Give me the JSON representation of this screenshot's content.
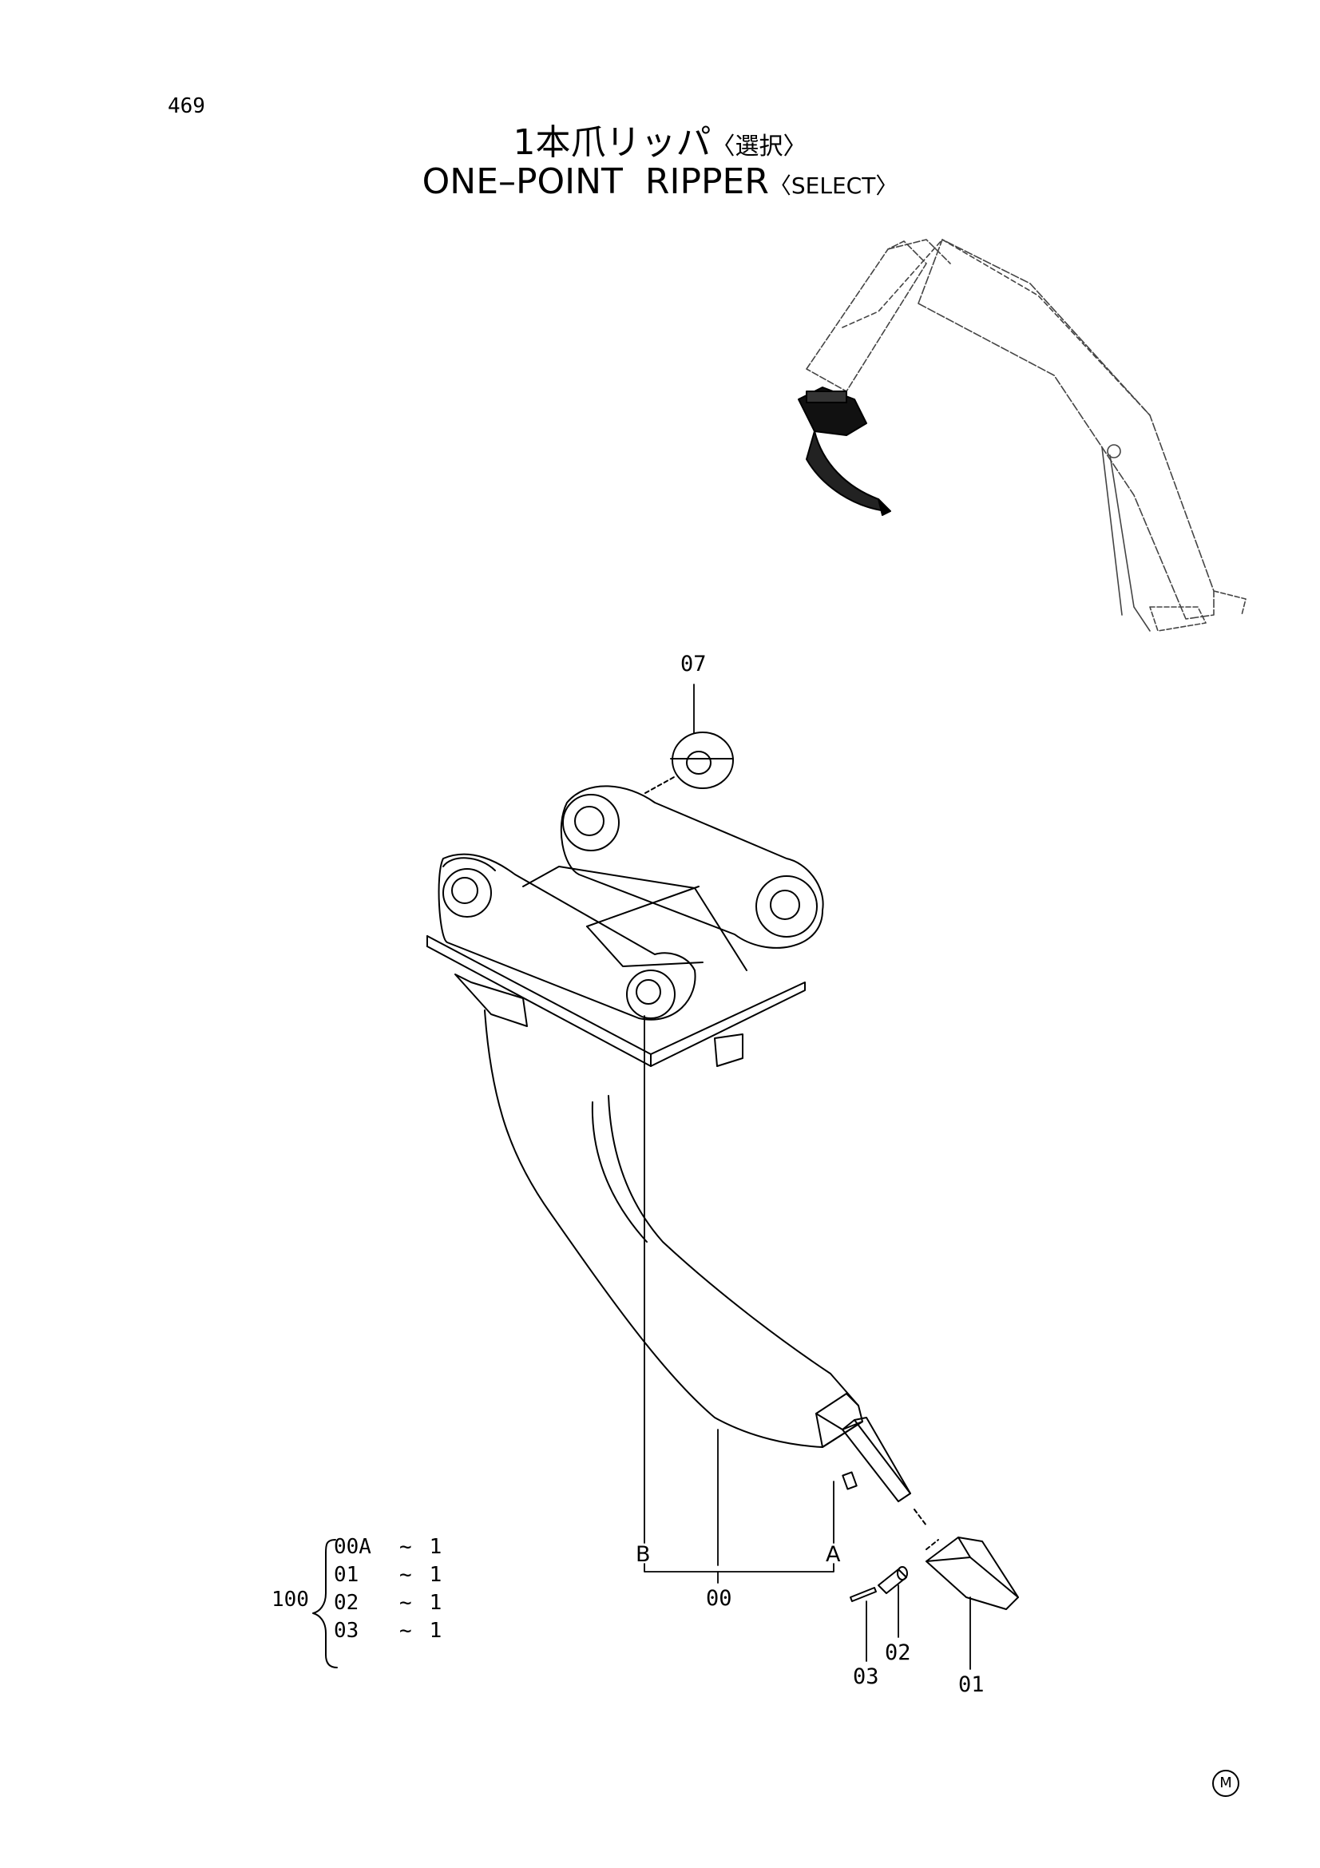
{
  "page_number": "469",
  "title": {
    "jp_main": "1本爪リッパ",
    "jp_tag": "〈選択〉",
    "en_main": "ONE–POINT  RIPPER",
    "en_tag": "〈SELECT〉"
  },
  "callouts": {
    "part_07": "07",
    "part_00": "00",
    "part_01": "01",
    "part_02": "02",
    "part_03": "03",
    "point_a": "A",
    "point_b": "B"
  },
  "assembly_set": {
    "code": "100",
    "items": [
      {
        "code": "00A",
        "tilde": "~",
        "qty": "1"
      },
      {
        "code": "01",
        "tilde": "~",
        "qty": "1"
      },
      {
        "code": "02",
        "tilde": "~",
        "qty": "1"
      },
      {
        "code": "03",
        "tilde": "~",
        "qty": "1"
      }
    ]
  },
  "mark": "M"
}
